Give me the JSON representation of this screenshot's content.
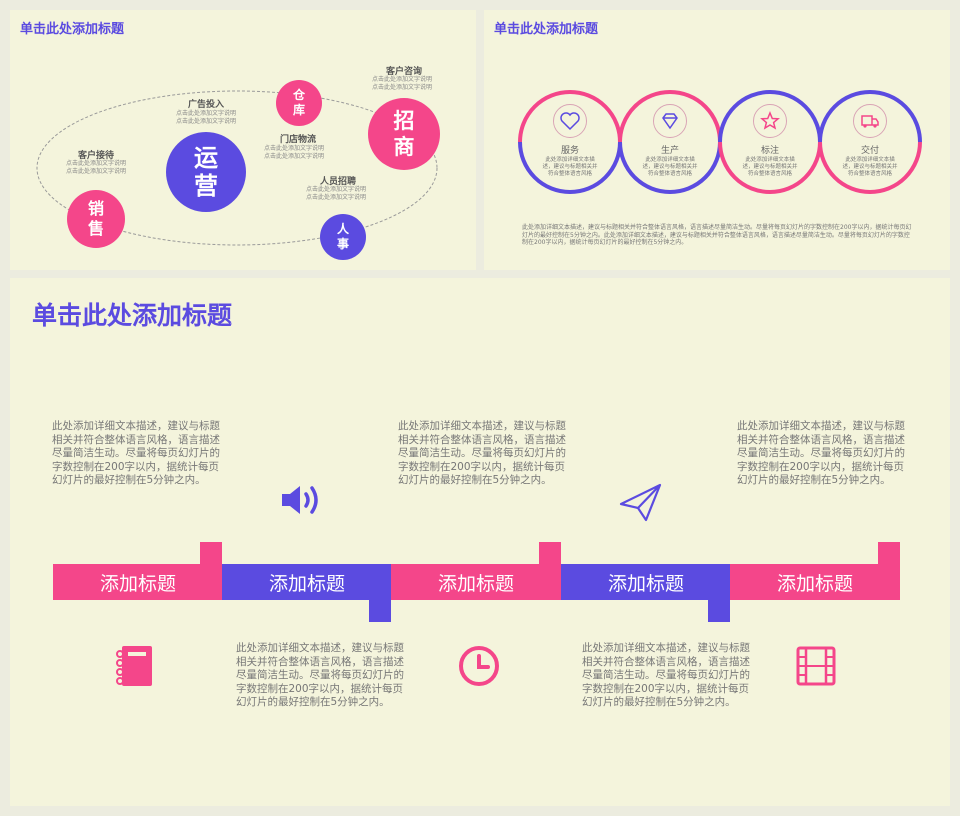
{
  "colors": {
    "pink": "#f4468a",
    "purple": "#5b4be0",
    "bg": "#f4f4dc",
    "text": "#777777"
  },
  "slide1": {
    "title": "单击此处添加标题",
    "big_circle": "运营",
    "nodes": [
      {
        "id": "cangku",
        "circle": "仓库",
        "label": "门店物流",
        "desc1": "点击此处添加文字说明",
        "desc2": "点击此处添加文字说明"
      },
      {
        "id": "zhaoshang",
        "circle": "招商",
        "label": "客户咨询",
        "desc1": "点击此处添加文字说明",
        "desc2": "点击此处添加文字说明"
      },
      {
        "id": "xiaoshou",
        "circle": "销售",
        "label": "客户接待",
        "desc1": "点击此处添加文字说明",
        "desc2": "点击此处添加文字说明"
      },
      {
        "id": "renshi",
        "circle": "人事",
        "label": "人员招聘",
        "desc1": "点击此处添加文字说明",
        "desc2": "点击此处添加文字说明"
      }
    ],
    "guanggao": {
      "label": "广告投入",
      "desc1": "点击此处添加文字说明",
      "desc2": "点击此处添加文字说明"
    }
  },
  "slide2": {
    "title": "单击此处添加标题",
    "rings": [
      {
        "name": "服务",
        "icon": "heart-icon",
        "desc": "此处添加详细文本描述，建议与标题相关并符合整体语言风格"
      },
      {
        "name": "生产",
        "icon": "diamond-icon",
        "desc": "此处添加详细文本描述，建议与标题相关并符合整体语言风格"
      },
      {
        "name": "标注",
        "icon": "star-icon",
        "desc": "此处添加详细文本描述，建议与标题相关并符合整体语言风格"
      },
      {
        "name": "交付",
        "icon": "truck-icon",
        "desc": "此处添加详细文本描述，建议与标题相关并符合整体语言风格"
      }
    ],
    "paragraph": "此处添加详细文本描述，建议与标题相关并符合整体语言风格，语言描述尽量简洁生动。尽量将每页幻灯片的字数控制在200字以内，据统计每页幻灯片的最好控制在5分钟之内。此处添加详细文本描述，建议与标题相关并符合整体语言风格，语言描述尽量简洁生动。尽量将每页幻灯片的字数控制在200字以内，据统计每页幻灯片的最好控制在5分钟之内。"
  },
  "slide3": {
    "title": "单击此处添加标题",
    "segments": [
      "添加标题",
      "添加标题",
      "添加标题",
      "添加标题",
      "添加标题"
    ],
    "paragraph": "此处添加详细文本描述，建议与标题相关并符合整体语言风格，语言描述尽量简洁生动。尽量将每页幻灯片的字数控制在200字以内，据统计每页幻灯片的最好控制在5分钟之内。",
    "icons": [
      "speaker-icon",
      "paper-plane-icon",
      "notebook-icon",
      "clock-icon",
      "film-icon"
    ]
  }
}
